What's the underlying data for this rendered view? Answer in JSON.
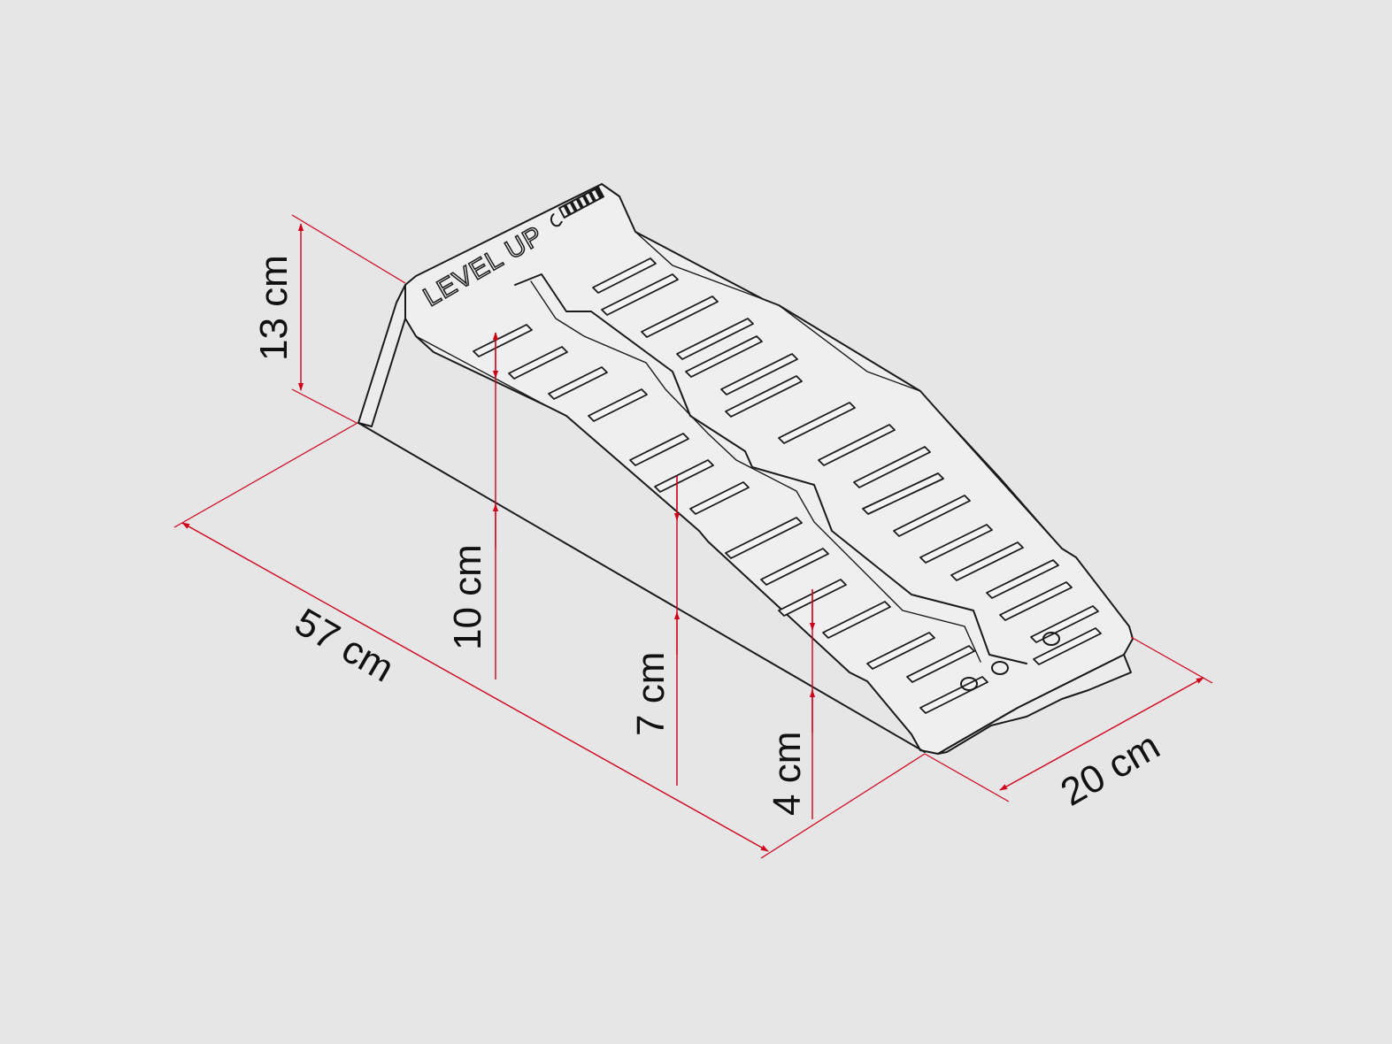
{
  "diagram": {
    "product_label": "LEVEL UP",
    "colors": {
      "background": "#e6e6e6",
      "dimension": "#d0021b",
      "outline": "#1a1a1a"
    },
    "icons": [
      "brand-logo-icon"
    ],
    "dimensions": {
      "height_max": "13 cm",
      "step_high": "10 cm",
      "step_mid": "7 cm",
      "step_low": "4 cm",
      "length": "57 cm",
      "width": "20 cm"
    }
  }
}
